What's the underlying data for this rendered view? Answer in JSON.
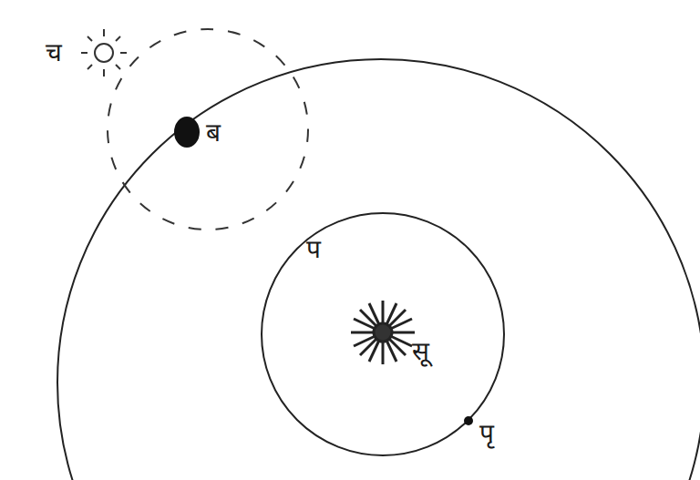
{
  "diagram": {
    "labels": [
      "च",
      "ब",
      "प",
      "सू",
      "पृ"
    ]
  }
}
